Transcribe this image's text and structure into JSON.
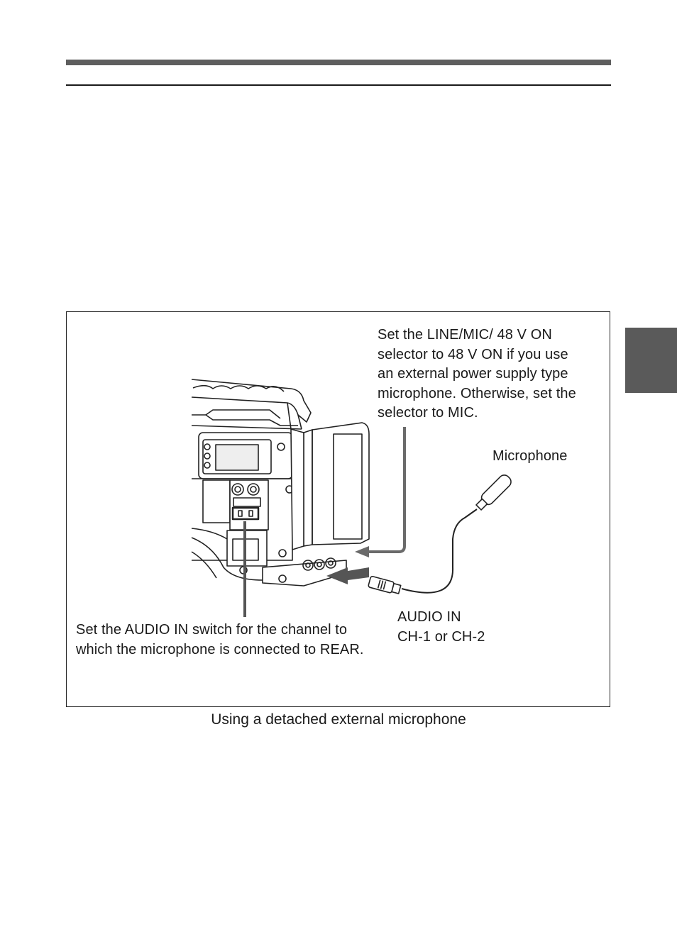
{
  "callouts": {
    "selector_note": [
      "Set the LINE/MIC/  48 V ON",
      "selector to   48 V ON if you use",
      "an external power supply type",
      "microphone. Otherwise, set the",
      "selector to MIC."
    ],
    "microphone": "Microphone",
    "audio_in": [
      "AUDIO IN",
      "CH-1 or CH-2"
    ],
    "audio_switch_note": [
      "Set the AUDIO IN switch for the channel to",
      "which the microphone is connected to REAR."
    ]
  },
  "figure_caption": "Using a detached external microphone",
  "colors": {
    "bar": "#5e5e5e",
    "tab": "#5a5a5a",
    "arrow": "#6a6a6a"
  }
}
